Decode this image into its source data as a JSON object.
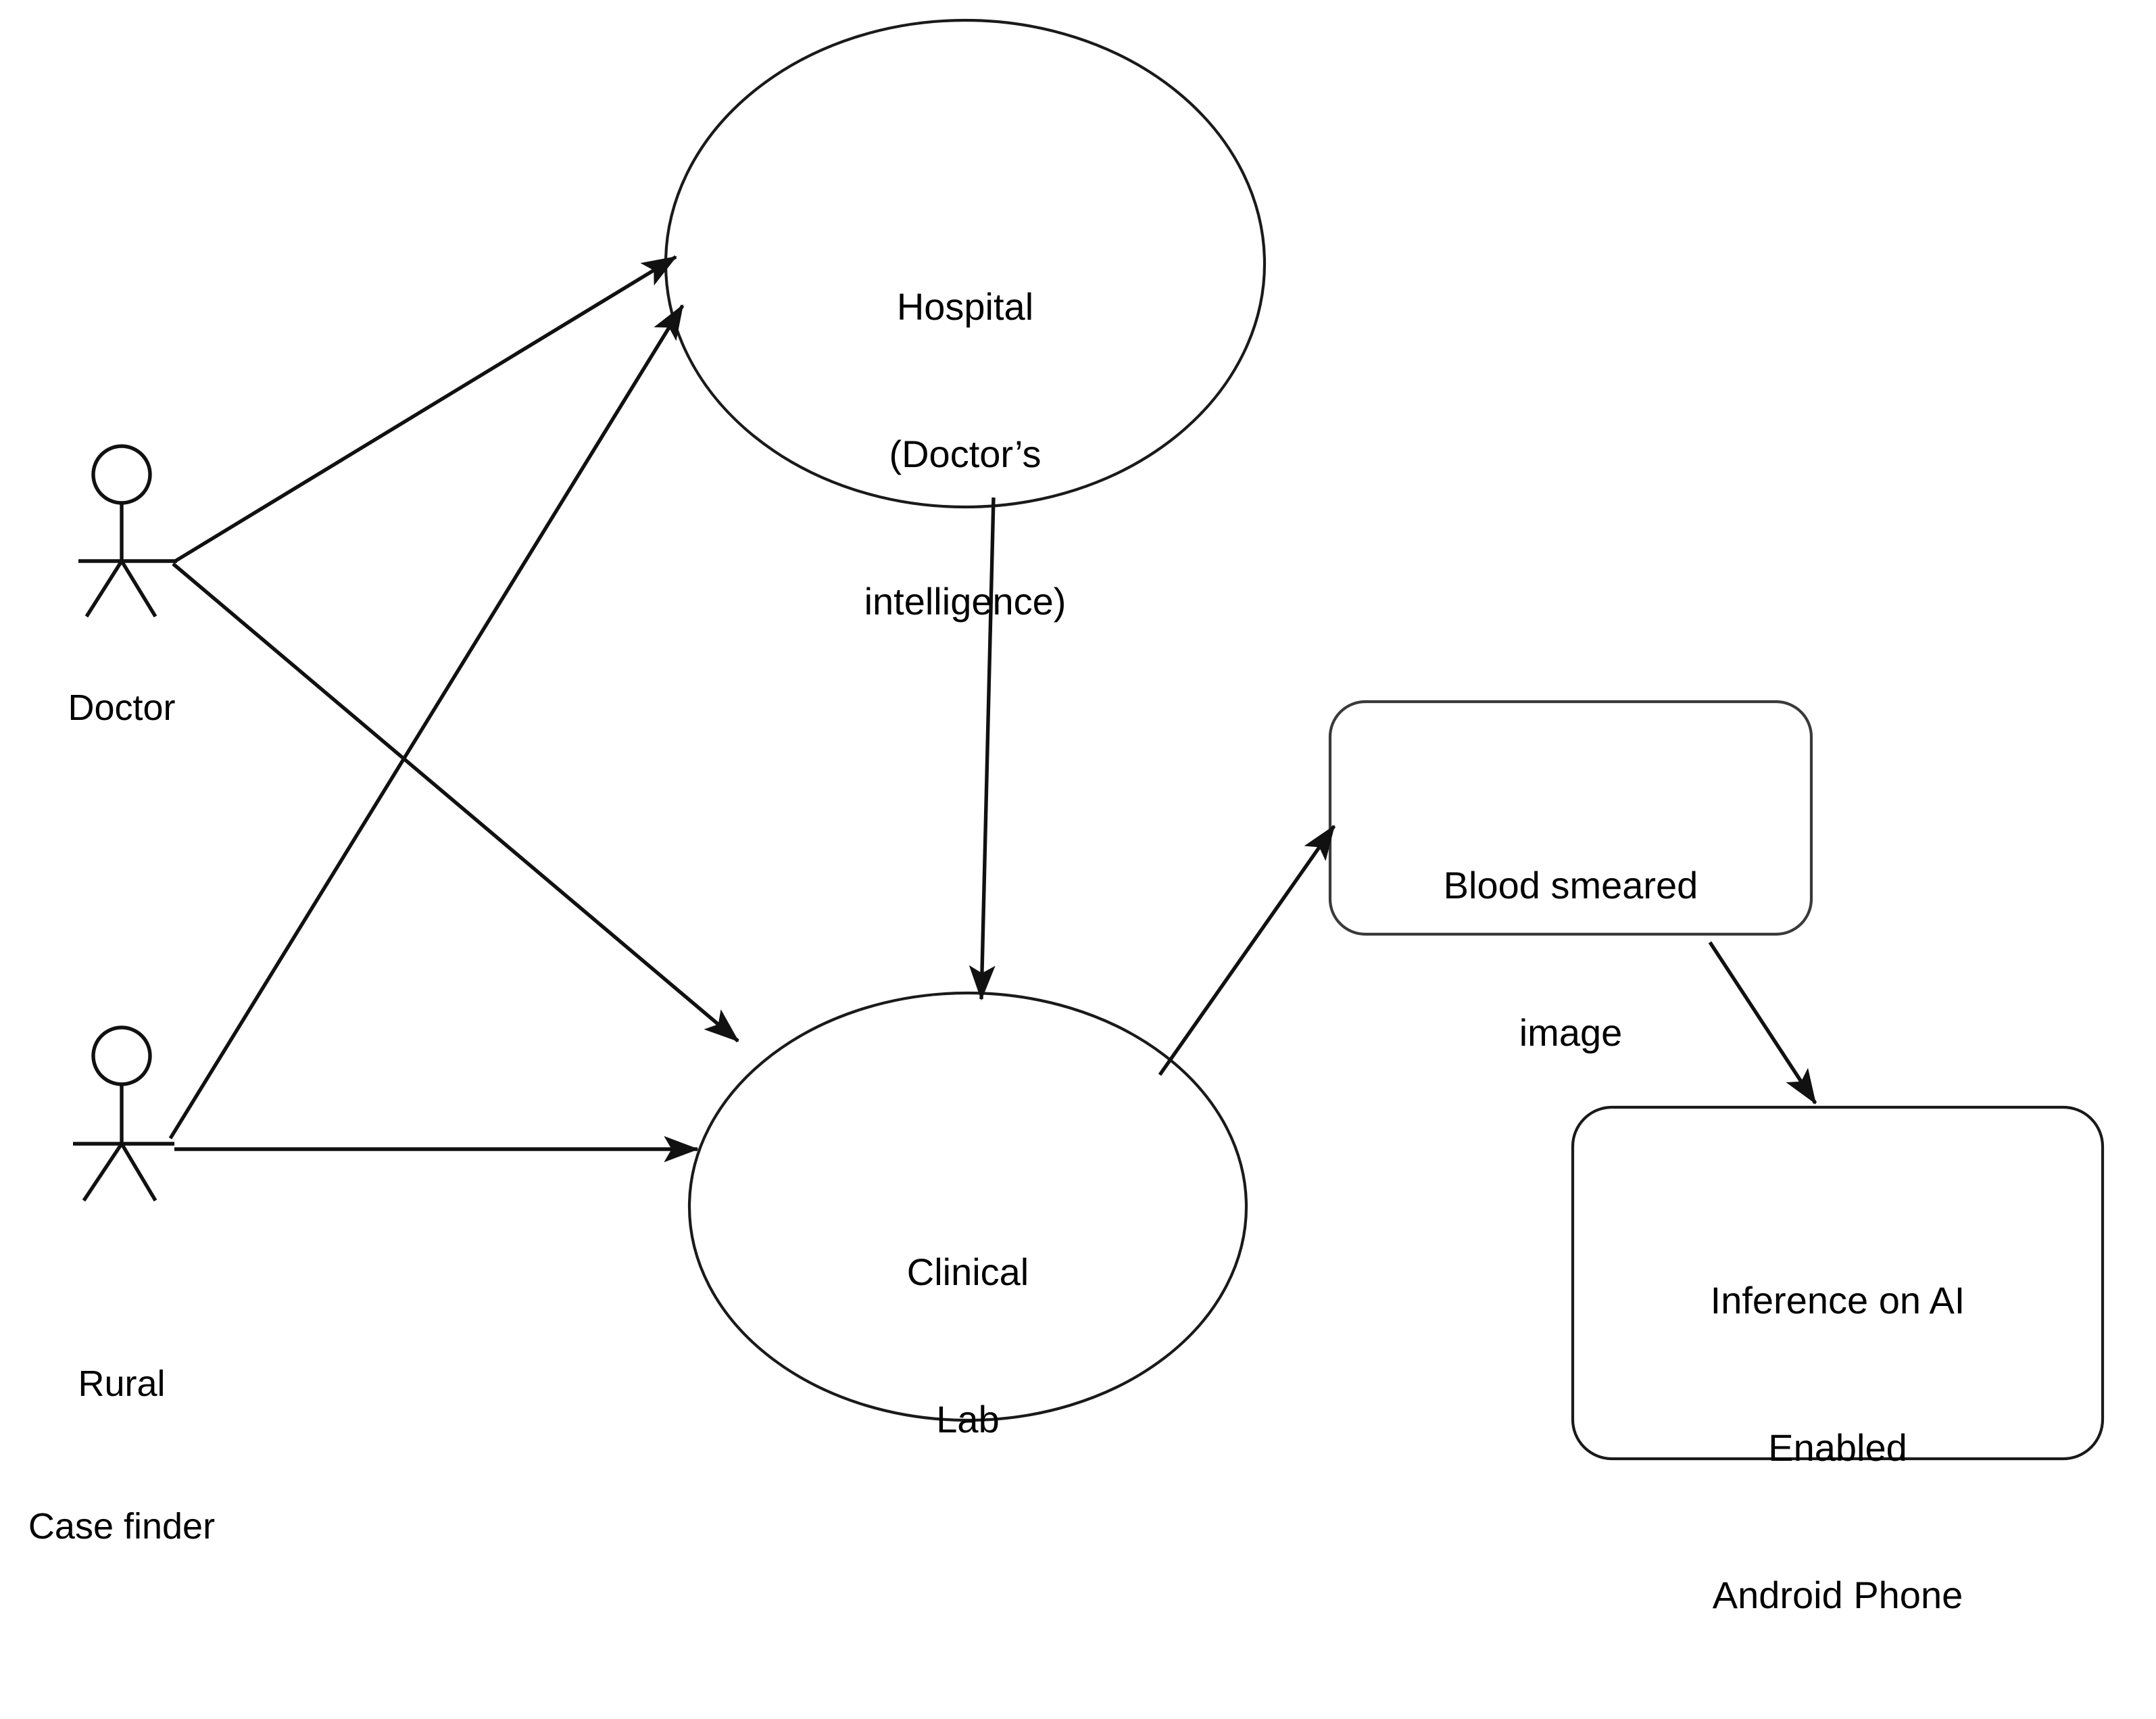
{
  "diagram": {
    "type": "uml-use-case-diagram",
    "background_color": "#ffffff",
    "line_color": "#111111",
    "text_color": "#000000"
  },
  "actors": [
    {
      "id": "doctor",
      "label": "Doctor",
      "icon": "stick-figure-actor-icon"
    },
    {
      "id": "rural-case-finder",
      "label_line1": "Rural",
      "label_line2": "Case finder",
      "icon": "stick-figure-actor-icon"
    }
  ],
  "use_cases": [
    {
      "id": "hospital",
      "shape": "ellipse",
      "label_line1": "Hospital",
      "label_line2": "(Doctor’s",
      "label_line3": "intelligence)"
    },
    {
      "id": "clinical-lab",
      "shape": "ellipse",
      "label_line1": "Clinical",
      "label_line2": "Lab"
    }
  ],
  "artifacts": [
    {
      "id": "blood-smeared-image",
      "shape": "rounded-rectangle",
      "label_line1": "Blood smeared",
      "label_line2": "image"
    },
    {
      "id": "inference-android-phone",
      "shape": "rounded-rectangle",
      "label_line1": "Inference on AI",
      "label_line2": "Enabled",
      "label_line3": "Android Phone"
    }
  ],
  "edges": [
    {
      "id": "doctor-to-hospital",
      "from": "doctor",
      "to": "hospital",
      "arrow": "single"
    },
    {
      "id": "doctor-to-clinical-lab",
      "from": "doctor",
      "to": "clinical-lab",
      "arrow": "single"
    },
    {
      "id": "rural-case-finder-to-hospital",
      "from": "rural-case-finder",
      "to": "hospital",
      "arrow": "single"
    },
    {
      "id": "rural-case-finder-to-clinical-lab",
      "from": "rural-case-finder",
      "to": "clinical-lab",
      "arrow": "single"
    },
    {
      "id": "hospital-to-clinical-lab",
      "from": "hospital",
      "to": "clinical-lab",
      "arrow": "single"
    },
    {
      "id": "clinical-lab-to-blood-smeared-image",
      "from": "clinical-lab",
      "to": "blood-smeared-image",
      "arrow": "single"
    },
    {
      "id": "blood-smeared-image-to-inference",
      "from": "blood-smeared-image",
      "to": "inference-android-phone",
      "arrow": "single"
    }
  ]
}
